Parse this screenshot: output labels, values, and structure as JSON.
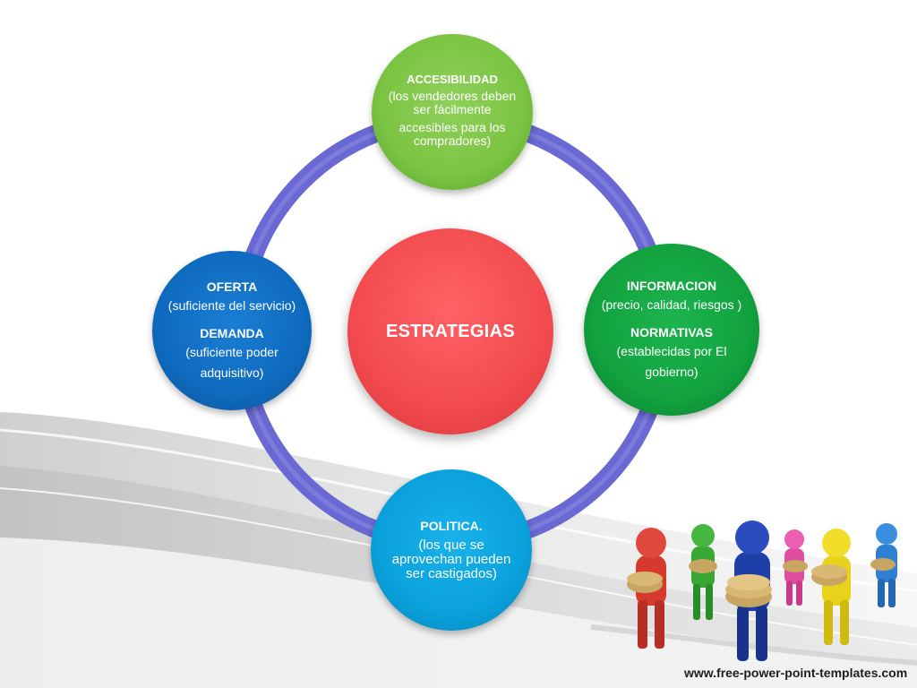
{
  "diagram": {
    "center": {
      "label": "ESTRATEGIAS"
    },
    "top": {
      "title": "ACCESIBILIDAD",
      "desc1": "(los vendedores deben ser fácilmente",
      "desc2": "accesibles para los compradores)"
    },
    "left": {
      "title1": "OFERTA",
      "desc1": "(suficiente del servicio)",
      "title2": "DEMANDA",
      "desc2": "(suficiente poder adquisitivo)"
    },
    "right": {
      "title1": "INFORMACION",
      "desc1": "(precio, calidad, riesgos )",
      "title2": "NORMATIVAS",
      "desc2": "(establecidas por El gobierno)"
    },
    "bottom": {
      "title": "POLITICA.",
      "desc": "(los que se aprovechan pueden ser castigados)"
    }
  },
  "colors": {
    "ring": "#6a68d2",
    "top_node": "#7cc443",
    "left_node": "#0f6bbf",
    "right_node": "#12a23f",
    "bottom_node": "#0aa1dc",
    "center_node": "#f24b4f"
  },
  "footer": {
    "text": "www.free-power-point-templates.com"
  }
}
